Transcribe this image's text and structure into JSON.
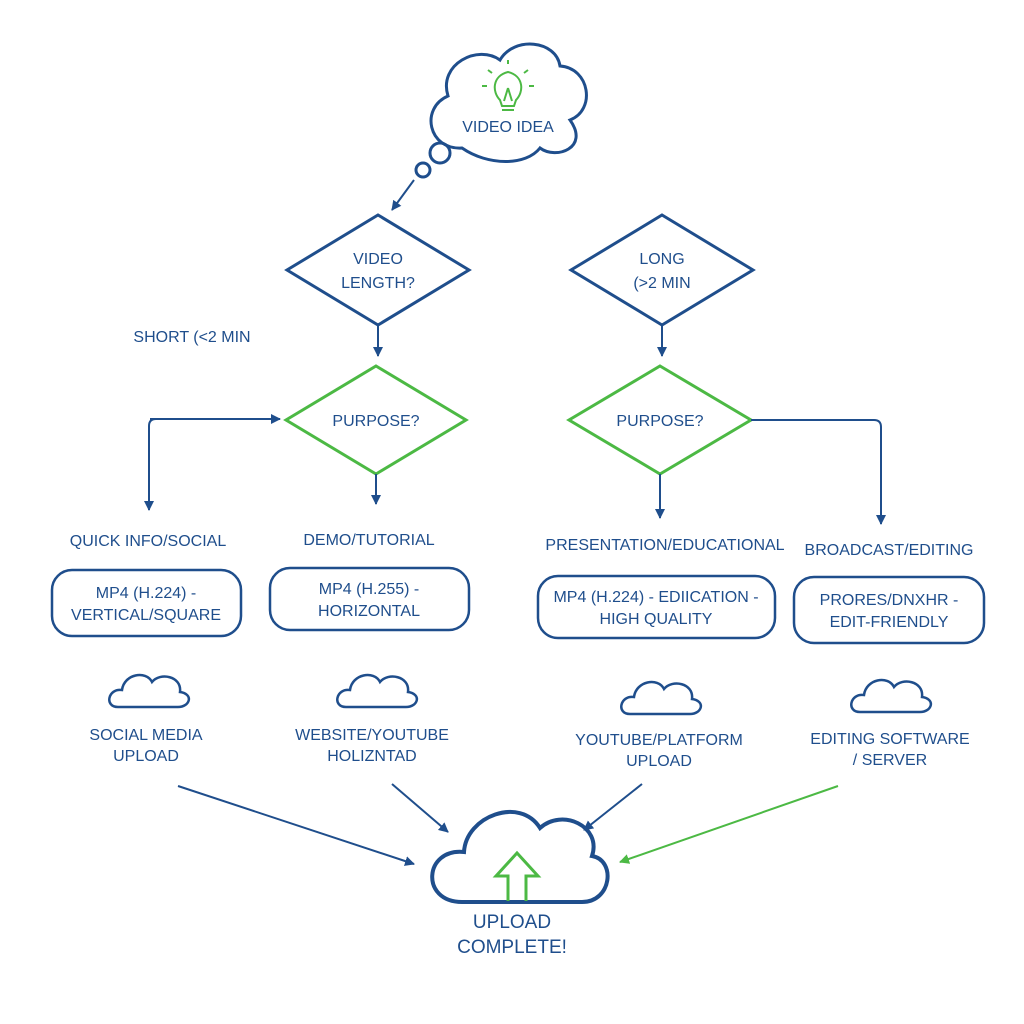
{
  "diagram": {
    "start": "VIDEO IDEA",
    "decision_length": {
      "line1": "VIDEO",
      "line2": "LENGTH?"
    },
    "branch_short": "SHORT (<2 MIN",
    "branch_long": {
      "line1": "LONG",
      "line2": "(>2 MIN"
    },
    "purpose_short": "PURPOSE?",
    "purpose_long": "PURPOSE?",
    "categories": [
      {
        "label": "QUICK INFO/SOCIAL",
        "format": {
          "line1": "MP4 (H.224) -",
          "line2": "VERTICAL/SQUARE"
        },
        "destination": {
          "line1": "SOCIAL MEDIA",
          "line2": "UPLOAD"
        }
      },
      {
        "label": "DEMO/TUTORIAL",
        "format": {
          "line1": "MP4 (H.255) -",
          "line2": "HORIZONTAL"
        },
        "destination": {
          "line1": "WEBSITE/YOUTUBE",
          "line2": "HOLIZNTAD"
        }
      },
      {
        "label": "PRESENTATION/EDUCATIONAL",
        "format": {
          "line1": "MP4 (H.224) - EDIICATION -",
          "line2": "HIGH QUALITY"
        },
        "destination": {
          "line1": "YOUTUBE/PLATFORM",
          "line2": "UPLOAD"
        }
      },
      {
        "label": "BROADCAST/EDITING",
        "format": {
          "line1": "PRORES/DNXHR -",
          "line2": "EDIT-FRIENDLY"
        },
        "destination": {
          "line1": "EDITING SOFTWARE",
          "line2": "/ SERVER"
        }
      }
    ],
    "end": {
      "line1": "UPLOAD",
      "line2": "COMPLETE!"
    }
  },
  "colors": {
    "primary": "#1f4e8c",
    "accent": "#4cb944"
  },
  "icons": [
    "lightbulb-icon",
    "cloud-icon",
    "upload-arrow-icon"
  ]
}
